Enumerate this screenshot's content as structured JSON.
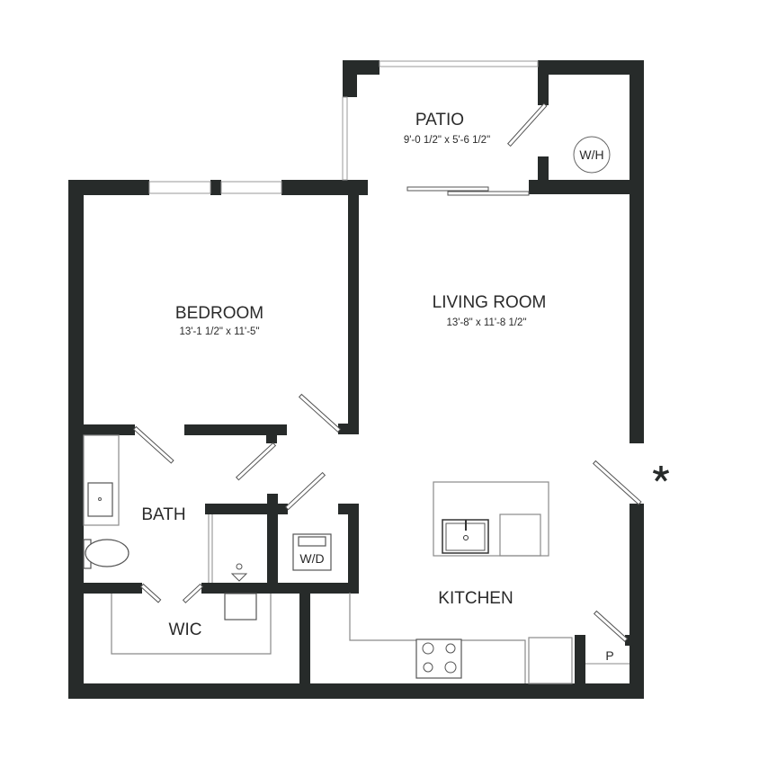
{
  "floorplan": {
    "rooms": {
      "patio": {
        "label": "PATIO",
        "dimensions": "9'-0 1/2\" x 5'-6 1/2\""
      },
      "bedroom": {
        "label": "BEDROOM",
        "dimensions": "13'-1 1/2\" x 11'-5\""
      },
      "living_room": {
        "label": "LIVING ROOM",
        "dimensions": "13'-8\" x 11'-8 1/2\""
      },
      "bath": {
        "label": "BATH"
      },
      "wic": {
        "label": "WIC"
      },
      "kitchen": {
        "label": "KITCHEN"
      }
    },
    "fixtures": {
      "water_heater": "W/H",
      "washer_dryer": "W/D",
      "pantry": "P"
    },
    "icons": {
      "entry_marker": "asterisk-icon"
    },
    "colors": {
      "wall": "#272b2a",
      "background": "#ffffff",
      "fixture_line": "#8a8a8a"
    }
  }
}
